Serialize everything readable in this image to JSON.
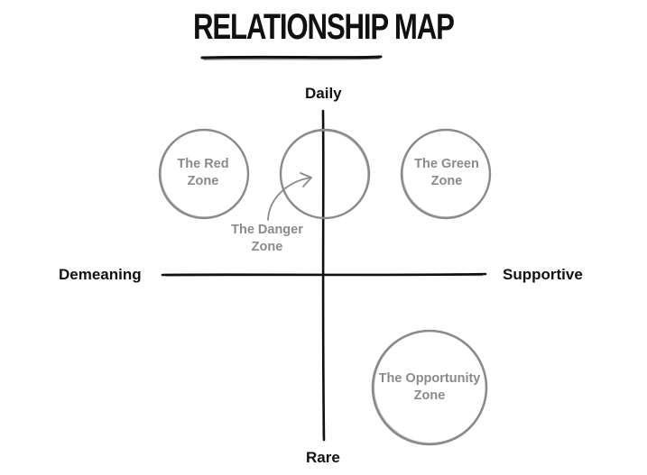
{
  "title": "RELATIONSHIP MAP",
  "axes": {
    "top": "Daily",
    "bottom": "Rare",
    "left": "Demeaning",
    "right": "Supportive"
  },
  "zones": {
    "red": [
      "The Red",
      "Zone"
    ],
    "green": [
      "The Green",
      "Zone"
    ],
    "danger": [
      "The Danger",
      "Zone"
    ],
    "opportunity": [
      "The Opportunity",
      "Zone"
    ]
  }
}
